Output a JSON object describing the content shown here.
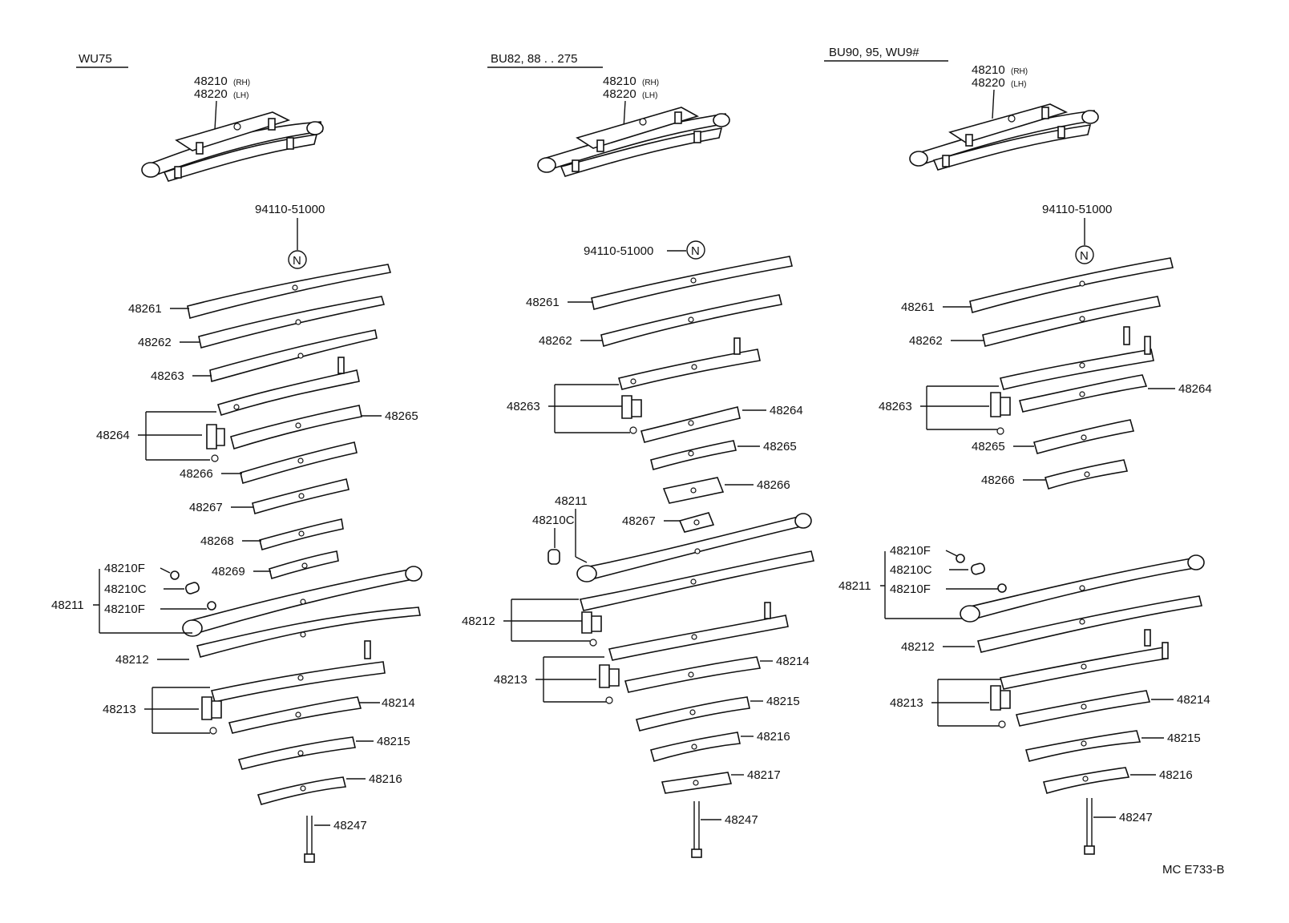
{
  "diagram_code": "MC E733-B",
  "columns": [
    {
      "title": "WU75",
      "assembly": {
        "rh": "48210",
        "rh_suffix": "(RH)",
        "lh": "48220",
        "lh_suffix": "(LH)"
      },
      "bolt": "94110-51000",
      "n_mark": "N",
      "leaves": [
        "48261",
        "48262",
        "48263",
        "48264",
        "48265",
        "48266",
        "48267",
        "48268",
        "48269"
      ],
      "eye_group": {
        "main": "48211",
        "items": [
          "48210F",
          "48210C",
          "48210F"
        ]
      },
      "lower": [
        "48212",
        "48213",
        "48214",
        "48215",
        "48216",
        "48247"
      ]
    },
    {
      "title": "BU82, 88 . . 275",
      "assembly": {
        "rh": "48210",
        "rh_suffix": "(RH)",
        "lh": "48220",
        "lh_suffix": "(LH)"
      },
      "bolt": "94110-51000",
      "n_mark": "N",
      "leaves": [
        "48261",
        "48262",
        "48263",
        "48264",
        "48265",
        "48266",
        "48267"
      ],
      "eye_group": {
        "main": "48211",
        "items": [
          "48210C"
        ]
      },
      "lower": [
        "48212",
        "48213",
        "48214",
        "48215",
        "48216",
        "48217",
        "48247"
      ]
    },
    {
      "title": "BU90, 95, WU9#",
      "assembly": {
        "rh": "48210",
        "rh_suffix": "(RH)",
        "lh": "48220",
        "lh_suffix": "(LH)"
      },
      "bolt": "94110-51000",
      "n_mark": "N",
      "leaves": [
        "48261",
        "48262",
        "48263",
        "48264",
        "48265",
        "48266"
      ],
      "eye_group": {
        "main": "48211",
        "items": [
          "48210F",
          "48210C",
          "48210F"
        ]
      },
      "lower": [
        "48212",
        "48213",
        "48214",
        "48215",
        "48216",
        "48247"
      ]
    }
  ]
}
